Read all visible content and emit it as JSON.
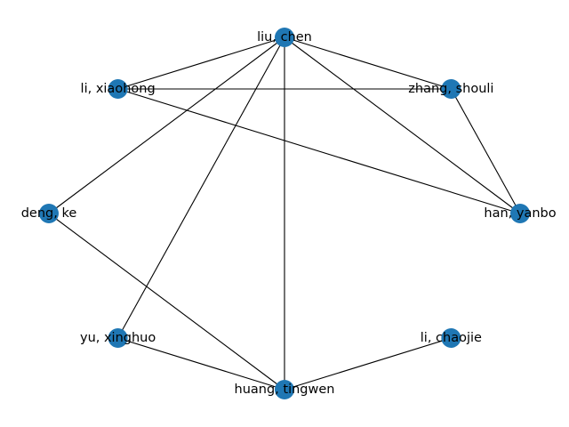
{
  "graph": {
    "node_color": "#1f77b4",
    "edge_color": "#000000",
    "nodes": [
      {
        "id": "liu_chen",
        "label": "liu, chen"
      },
      {
        "id": "zhang_shouli",
        "label": "zhang, shouli"
      },
      {
        "id": "han_yanbo",
        "label": "han, yanbo"
      },
      {
        "id": "li_chaojie",
        "label": "li, chaojie"
      },
      {
        "id": "huang_tingwen",
        "label": "huang, tingwen"
      },
      {
        "id": "yu_xinghuo",
        "label": "yu, xinghuo"
      },
      {
        "id": "deng_ke",
        "label": "deng, ke"
      },
      {
        "id": "li_xiaohong",
        "label": "li, xiaohong"
      }
    ],
    "edges": [
      [
        "liu_chen",
        "li_xiaohong"
      ],
      [
        "liu_chen",
        "zhang_shouli"
      ],
      [
        "liu_chen",
        "deng_ke"
      ],
      [
        "liu_chen",
        "yu_xinghuo"
      ],
      [
        "liu_chen",
        "huang_tingwen"
      ],
      [
        "liu_chen",
        "han_yanbo"
      ],
      [
        "li_xiaohong",
        "zhang_shouli"
      ],
      [
        "li_xiaohong",
        "han_yanbo"
      ],
      [
        "zhang_shouli",
        "han_yanbo"
      ],
      [
        "deng_ke",
        "huang_tingwen"
      ],
      [
        "yu_xinghuo",
        "huang_tingwen"
      ],
      [
        "li_chaojie",
        "huang_tingwen"
      ]
    ]
  }
}
